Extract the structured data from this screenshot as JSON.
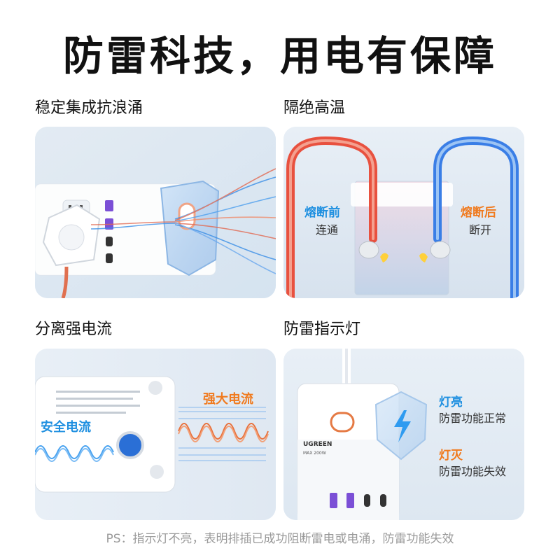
{
  "headline": "防雷科技，用电有保障",
  "sections": [
    {
      "title": "稳定集成抗浪涌"
    },
    {
      "title": "隔绝高温",
      "before_label": "熔断前",
      "before_state": "连通",
      "after_label": "熔断后",
      "after_state": "断开"
    },
    {
      "title": "分离强电流",
      "safe_label": "安全电流",
      "strong_label": "强大电流"
    },
    {
      "title": "防雷指示灯",
      "light_on_label": "灯亮",
      "light_on_desc": "防雷功能正常",
      "light_off_label": "灯灭",
      "light_off_desc": "防雷功能失效"
    }
  ],
  "product": {
    "brand": "UGREEN",
    "max_rating": "MAX 200W",
    "ports": [
      "USB-A",
      "USB-A",
      "USB-C",
      "USB-C"
    ]
  },
  "footnote": "PS：指示灯不亮，表明排插已成功阻断雷电或电涌，防雷功能失效",
  "colors": {
    "accent_blue": "#1e8fe0",
    "accent_orange": "#f07a1e",
    "card_bg": "#e6eef6",
    "footnote_gray": "#9a9a9a"
  }
}
